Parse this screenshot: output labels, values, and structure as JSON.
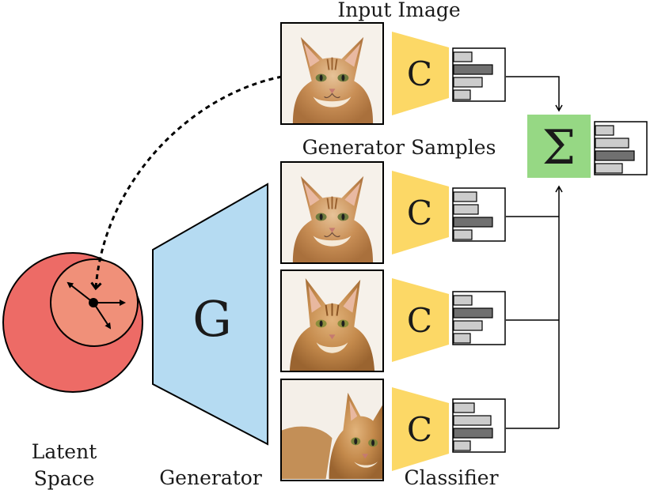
{
  "labels": {
    "input_image": "Input Image",
    "generator_samples": "Generator Samples",
    "latent_space_line1": "Latent",
    "latent_space_line2": "Space",
    "generator": "Generator",
    "classifier": "Classifier"
  },
  "generator_letter": "G",
  "classifier_letter": "C",
  "sum_symbol": "Σ",
  "colors": {
    "latent_outer": "#ed6b66",
    "latent_inner": "#f09079",
    "generator_fill": "#b5dbf2",
    "classifier_fill": "#fcd866",
    "sum_fill": "#96d884",
    "bar_light": "#cccccc",
    "bar_dark": "#707070"
  },
  "histograms": {
    "input": [
      0.45,
      0.95,
      0.7,
      0.4
    ],
    "sample_1": [
      0.55,
      0.6,
      0.95,
      0.45
    ],
    "sample_2": [
      0.45,
      0.95,
      0.7,
      0.4
    ],
    "sample_3": [
      0.5,
      0.9,
      0.95,
      0.4
    ],
    "aggregate": [
      0.45,
      0.8,
      0.95,
      0.65
    ]
  }
}
